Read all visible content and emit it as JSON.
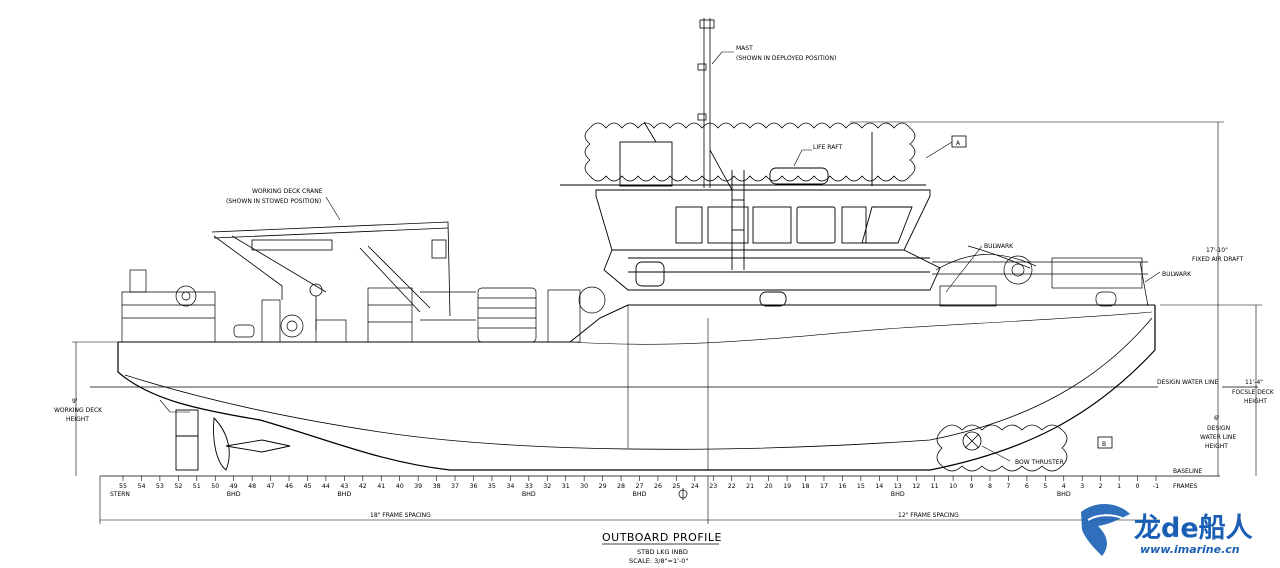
{
  "labels": {
    "mast": "MAST",
    "mast_note": "(SHOWN IN DEPLOYED POSITION)",
    "life_raft": "LIFE RAFT",
    "crane": "WORKING DECK CRANE",
    "crane_note": "(SHOWN IN STOWED POSITION)",
    "bulwark_1": "BULWARK",
    "bulwark_2": "BULWARK",
    "air_draft_value": "17'-10\"",
    "air_draft_l1": "FIXED AIR DRAFT",
    "focsle_value": "11'-4\"",
    "focsle_l1": "FOCSLE DECK",
    "focsle_l2": "HEIGHT",
    "dwl_value": "6'",
    "dwl_l1": "DESIGN",
    "dwl_l2": "WATER LINE",
    "dwl_l3": "HEIGHT",
    "design_water_line": "DESIGN WATER LINE",
    "baseline": "BASELINE",
    "frames": "FRAMES",
    "wd_value": "9'",
    "wd_l1": "WORKING DECK",
    "wd_l2": "HEIGHT",
    "bow_thruster": "BOW THRUSTER",
    "callout_a": "A",
    "callout_b": "B",
    "stern": "STERN",
    "spacing_18": "18\" FRAME SPACING",
    "spacing_12": "12\" FRAME SPACING",
    "cl": "CL"
  },
  "frames": [
    {
      "n": "55"
    },
    {
      "n": "54"
    },
    {
      "n": "53"
    },
    {
      "n": "52"
    },
    {
      "n": "51"
    },
    {
      "n": "50"
    },
    {
      "n": "49",
      "bhd": "BHD"
    },
    {
      "n": "48"
    },
    {
      "n": "47"
    },
    {
      "n": "46"
    },
    {
      "n": "45"
    },
    {
      "n": "44"
    },
    {
      "n": "43",
      "bhd": "BHD"
    },
    {
      "n": "42"
    },
    {
      "n": "41"
    },
    {
      "n": "40"
    },
    {
      "n": "39"
    },
    {
      "n": "38"
    },
    {
      "n": "37"
    },
    {
      "n": "36"
    },
    {
      "n": "35"
    },
    {
      "n": "34"
    },
    {
      "n": "33",
      "bhd": "BHD"
    },
    {
      "n": "32"
    },
    {
      "n": "31"
    },
    {
      "n": "30"
    },
    {
      "n": "29"
    },
    {
      "n": "28"
    },
    {
      "n": "27",
      "bhd": "BHD"
    },
    {
      "n": "26"
    },
    {
      "n": "25"
    },
    {
      "n": "24"
    },
    {
      "n": "23"
    },
    {
      "n": "22"
    },
    {
      "n": "21"
    },
    {
      "n": "20"
    },
    {
      "n": "19"
    },
    {
      "n": "18"
    },
    {
      "n": "17"
    },
    {
      "n": "16"
    },
    {
      "n": "15"
    },
    {
      "n": "14"
    },
    {
      "n": "13",
      "bhd": "BHD"
    },
    {
      "n": "12"
    },
    {
      "n": "11"
    },
    {
      "n": "10"
    },
    {
      "n": "9"
    },
    {
      "n": "8"
    },
    {
      "n": "7"
    },
    {
      "n": "6"
    },
    {
      "n": "5"
    },
    {
      "n": "4",
      "bhd": "BHD"
    },
    {
      "n": "3"
    },
    {
      "n": "2"
    },
    {
      "n": "1"
    },
    {
      "n": "0"
    },
    {
      "n": "-1"
    }
  ],
  "title": {
    "main": "OUTBOARD PROFILE",
    "sub": "STBD LKG INBD",
    "scale": "SCALE: 3/8\"=1'-0\""
  },
  "watermark": {
    "cn_text": "龙de船人",
    "url": "www.imarine.cn"
  },
  "colors": {
    "line": "#000000",
    "watermark_blue": "#1a5fb4",
    "watermark_orange": "#e07a1f"
  }
}
